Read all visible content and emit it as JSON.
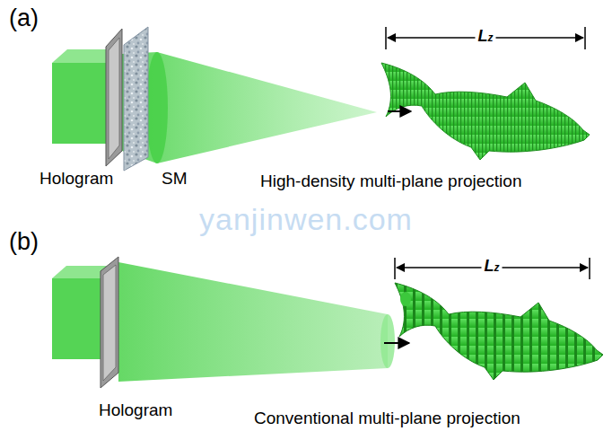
{
  "diagram": {
    "labels": [
      "(a)",
      "Hologram",
      "SM",
      "Lz",
      "High-density multi-plane projection",
      "yanjinwen.com",
      "(b)",
      "Hologram",
      "Lz",
      "Conventional multi-plane projection"
    ]
  }
}
